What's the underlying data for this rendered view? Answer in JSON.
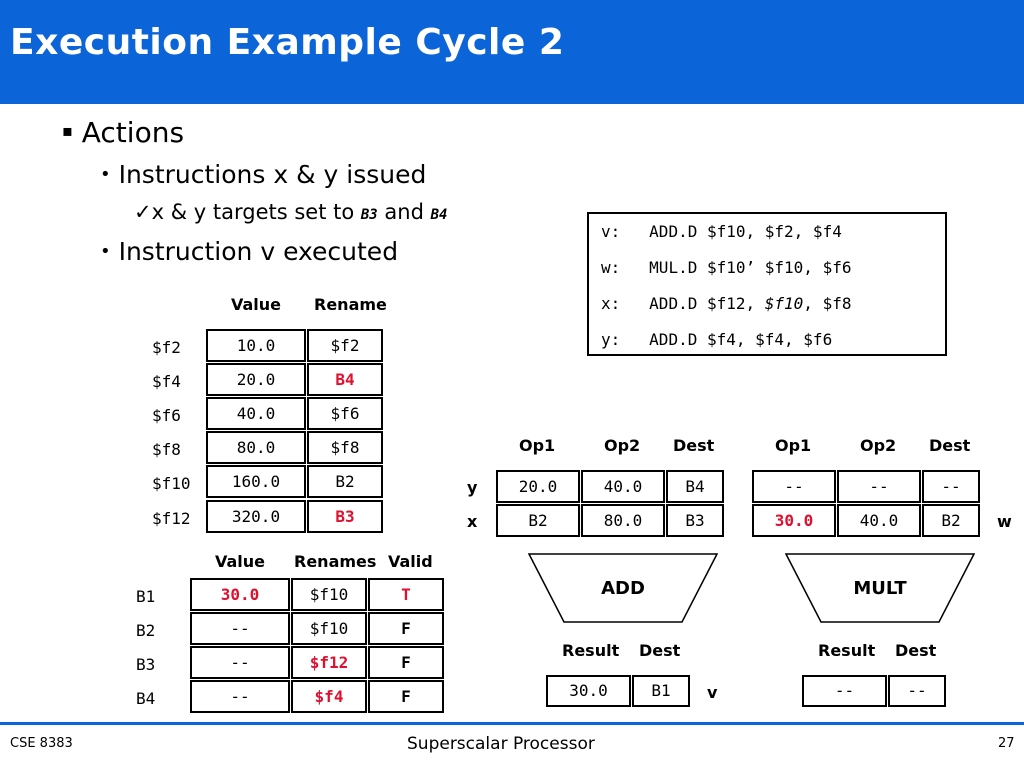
{
  "title": "Execution Example Cycle 2",
  "bullets": {
    "actions": "Actions",
    "issued": "Instructions x & y issued",
    "targets_prefix": "x & y targets set to ",
    "targets_b3": "B3",
    "targets_and": " and ",
    "targets_b4": "B4",
    "executed": "Instruction v executed"
  },
  "instructions": [
    {
      "label": "v:",
      "text_a": "ADD.D $f10, $f2, $f4",
      "text_i": "",
      "text_b": ""
    },
    {
      "label": "w:",
      "text_a": "MUL.D $f10’ $f10, $f6",
      "text_i": "",
      "text_b": ""
    },
    {
      "label": "x:",
      "text_a": "ADD.D $f12, ",
      "text_i": "$f10",
      "text_b": ", $f8"
    },
    {
      "label": "y:",
      "text_a": "ADD.D $f4, $f4, $f6",
      "text_i": "",
      "text_b": ""
    }
  ],
  "register_file": {
    "headers": {
      "value": "Value",
      "rename": "Rename"
    },
    "rows": [
      {
        "reg": "$f2",
        "value": "10.0",
        "rename": "$f2"
      },
      {
        "reg": "$f4",
        "value": "20.0",
        "rename": "B4"
      },
      {
        "reg": "$f6",
        "value": "40.0",
        "rename": "$f6"
      },
      {
        "reg": "$f8",
        "value": "80.0",
        "rename": "$f8"
      },
      {
        "reg": "$f10",
        "value": "160.0",
        "rename": "B2"
      },
      {
        "reg": "$f12",
        "value": "320.0",
        "rename": "B3"
      }
    ]
  },
  "rename_buffers": {
    "headers": {
      "value": "Value",
      "renames": "Renames",
      "valid": "Valid"
    },
    "rows": [
      {
        "buf": "B1",
        "value": "30.0",
        "renames": "$f10",
        "valid": "T"
      },
      {
        "buf": "B2",
        "value": "--",
        "renames": "$f10",
        "valid": "F"
      },
      {
        "buf": "B3",
        "value": "--",
        "renames": "$f12",
        "valid": "F"
      },
      {
        "buf": "B4",
        "value": "--",
        "renames": "$f4",
        "valid": "F"
      }
    ]
  },
  "add_station": {
    "headers": {
      "op1": "Op1",
      "op2": "Op2",
      "dest": "Dest"
    },
    "rows": [
      {
        "label": "y",
        "op1": "20.0",
        "op2": "40.0",
        "dest": "B4"
      },
      {
        "label": "x",
        "op1": "B2",
        "op2": "80.0",
        "dest": "B3"
      }
    ],
    "unit": "ADD",
    "result_headers": {
      "result": "Result",
      "dest": "Dest"
    },
    "result": {
      "value": "30.0",
      "dest": "B1",
      "label": "v"
    }
  },
  "mult_station": {
    "headers": {
      "op1": "Op1",
      "op2": "Op2",
      "dest": "Dest"
    },
    "rows": [
      {
        "label": "",
        "op1": "--",
        "op2": "--",
        "dest": "--"
      },
      {
        "label": "w",
        "op1": "30.0",
        "op2": "40.0",
        "dest": "B2"
      }
    ],
    "unit": "MULT",
    "result_headers": {
      "result": "Result",
      "dest": "Dest"
    },
    "result": {
      "value": "--",
      "dest": "--",
      "label": ""
    }
  },
  "footer": {
    "left": "CSE 8383",
    "center": "Superscalar Processor",
    "right": "27"
  },
  "colors": {
    "header": "#0B64D8",
    "highlight": "#E0102F"
  }
}
